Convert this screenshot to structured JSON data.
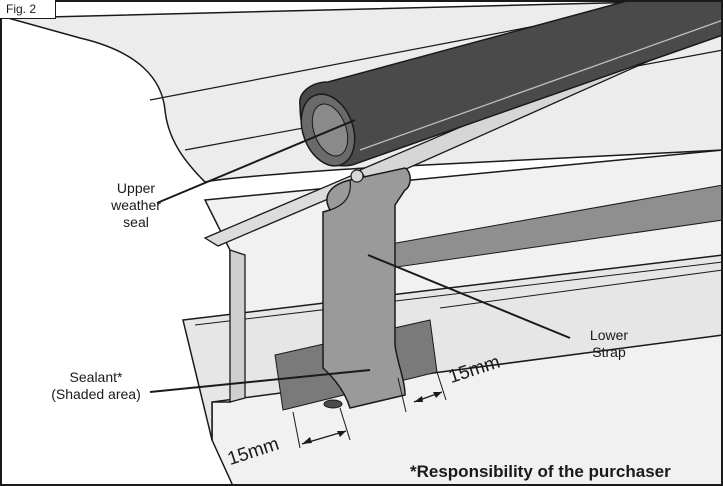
{
  "figure": {
    "label": "Fig. 2"
  },
  "labels": {
    "upper_seal": [
      "Upper",
      "weather",
      "seal"
    ],
    "lower_strap": [
      "Lower",
      "Strap"
    ],
    "sealant": [
      "Sealant*",
      "(Shaded area)"
    ]
  },
  "dimensions": {
    "right": "15mm",
    "bottom": "15mm"
  },
  "footnote": "*Responsibility of the purchaser",
  "colors": {
    "seal": "#4a4a4a",
    "strap": "#9a9a9a",
    "sealant": "#7a7a7a",
    "panel": "#ececec",
    "outline": "#1a1a1a"
  }
}
